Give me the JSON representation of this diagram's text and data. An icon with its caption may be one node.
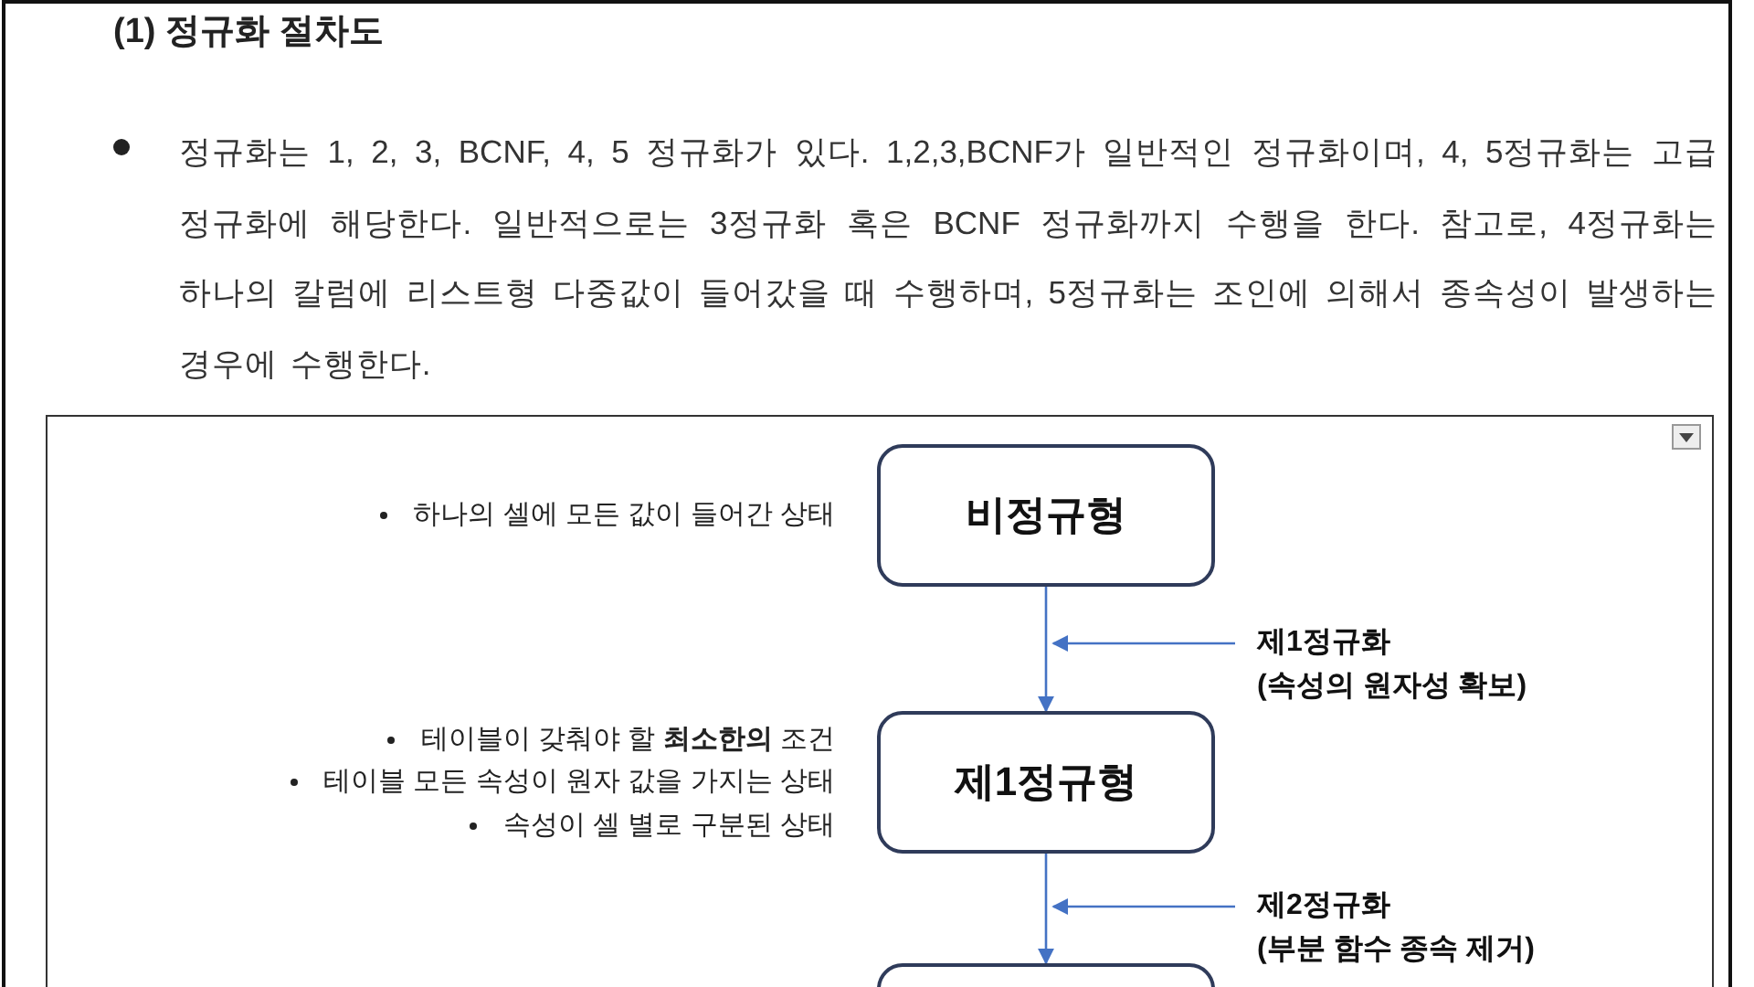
{
  "diagram": {
    "title": "(1) 정규화 절차도",
    "nodes": [
      {
        "text": [
          "비정규형"
        ],
        "beside": [
          "하나의 셀에 모든 값이 들어간 상태"
        ]
      },
      {
        "text": [
          "제1정규화",
          "(속성의 원자성 확보)"
        ]
      },
      {
        "text": [
          "제1정규형"
        ],
        "beside": [
          "테이블이 갖춰야 할 **최소한의** 조건",
          "테이블 모든 속성이 원자 값을 가지는 상태",
          "속성이 셀 별로 구분된 상태"
        ]
      },
      {
        "text": [
          "제2정규화",
          "(부분 함수 종속 제거)"
        ]
      },
      {
        "text": [],
        "shape": "box"
      }
    ],
    "edges": [
      {
        "from": 0,
        "to": 2,
        "arrow": "to"
      },
      {
        "from": 1,
        "to": null,
        "arrow": "to"
      },
      {
        "from": 2,
        "to": 4,
        "arrow": "to"
      },
      {
        "from": 3,
        "to": null,
        "arrow": "to"
      }
    ],
    "labels": [
      "정규화는 1, 2, 3, BCNF, 4, 5 정규화가 있다. 1,2,3,BCNF가 일반적인 정규화이며, 4, 5정규화는 고급 정규화에 해당한다. 일반적으로는 3정규화 혹은 BCNF 정규화까지 수행을 한다. 참고로, 4정규화는 하나의 칼럼에 리스트형 다중값이 들어갔을 때 수행하며, 5정규화는 조인에 의해서 종속성이 발생하는 경우에 수행한다."
    ]
  }
}
